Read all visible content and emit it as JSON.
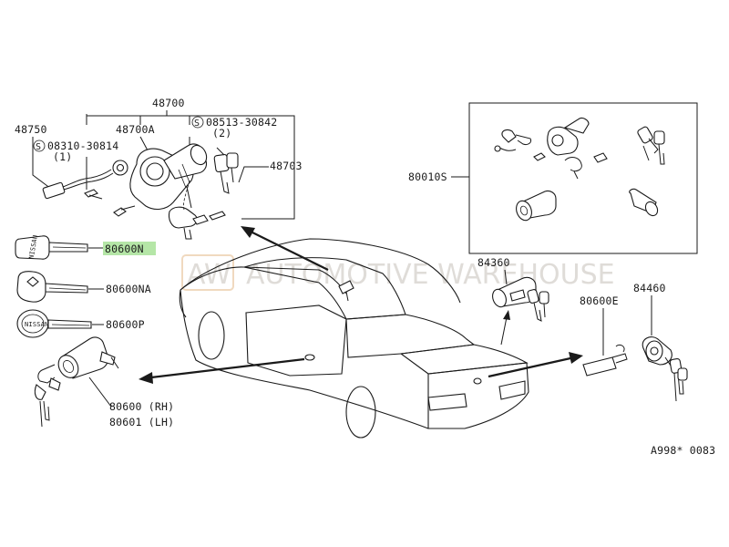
{
  "diagram": {
    "watermark": "AUTOMOTIVE WAREHOUSE",
    "watermark_logo": "AW",
    "highlight_color": "#b5e6a7",
    "labels": {
      "p48700": "48700",
      "p48750": "48750",
      "p48700a": "48700A",
      "p08310_code": "08310-30814",
      "p08310_qty": "(1)",
      "p08513_code": "08513-30842",
      "p08513_qty": "(2)",
      "p48703": "48703",
      "p80600n": "80600N",
      "p80600na": "80600NA",
      "p80600p": "80600P",
      "p80600rh": "80600 (RH)",
      "p80601lh": "80601 (LH)",
      "p80010s": "80010S",
      "p84360": "84360",
      "p80600e": "80600E",
      "p84460": "84460",
      "diagram_code": "A998* 0083",
      "screw_symbol": "S"
    },
    "key_brand": "NISSAN"
  }
}
